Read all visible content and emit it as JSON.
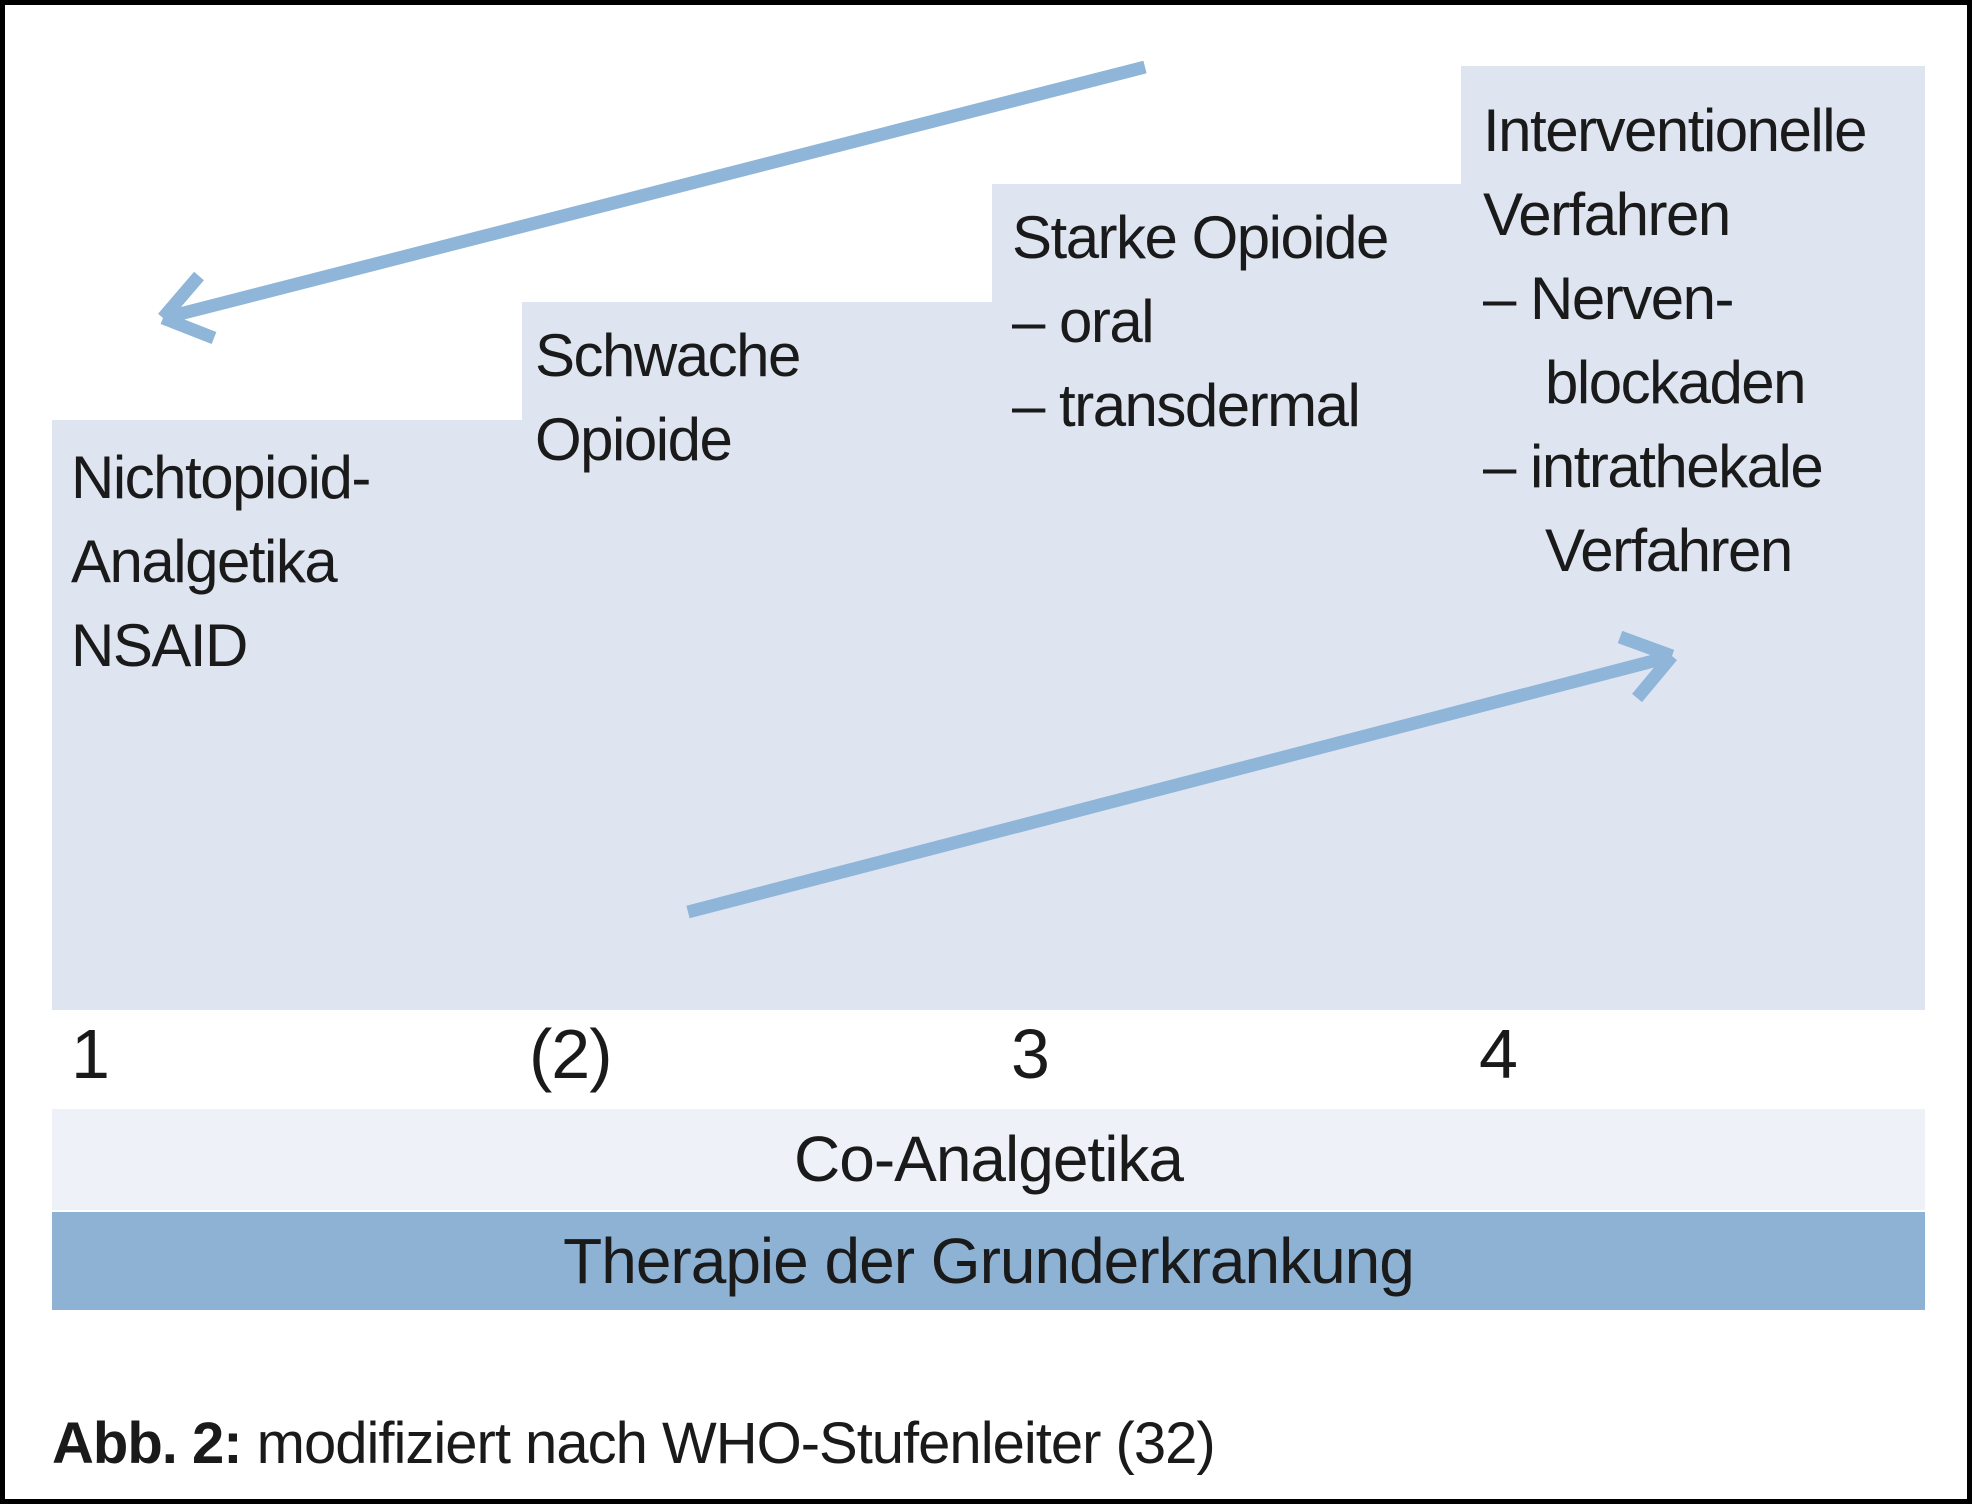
{
  "figure": {
    "steps": [
      {
        "number": "1",
        "lines": [
          "Nichtopioid-",
          "Analgetika",
          "NSAID"
        ]
      },
      {
        "number": "(2)",
        "lines": [
          "Schwache",
          "Opioide"
        ]
      },
      {
        "number": "3",
        "lines": [
          "Starke Opioide",
          "– oral",
          "– transdermal"
        ]
      },
      {
        "number": "4",
        "lines": [
          "Interventionelle",
          "Verfahren",
          "– Nerven-",
          "blockaden",
          "– intrathekale",
          "Verfahren"
        ]
      }
    ],
    "bars": [
      {
        "label": "Co-Analgetika"
      },
      {
        "label": "Therapie der Grunderkrankung"
      }
    ],
    "caption": {
      "bold": "Abb. 2:",
      "text": " modifiziert nach WHO-Stufenleiter (32)"
    },
    "arrows": [
      {
        "name": "de-escalation-arrow",
        "direction": "down-left"
      },
      {
        "name": "escalation-arrow",
        "direction": "up-right"
      }
    ],
    "colors": {
      "step_fill": "#dee5f1",
      "bar_light": "#eef2f8",
      "bar_dark": "#8db2d4",
      "arrow": "#8fb5d9",
      "text": "#1a1a1a",
      "border": "#000000"
    }
  }
}
